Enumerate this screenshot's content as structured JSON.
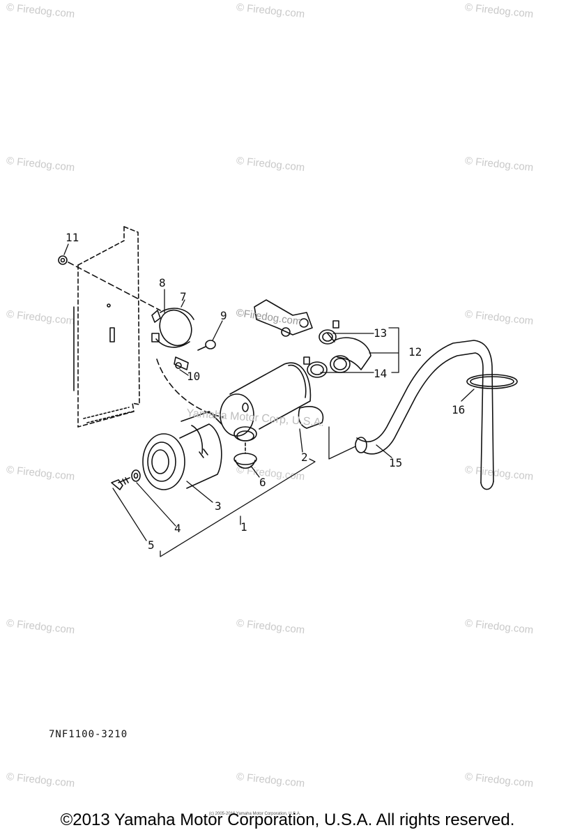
{
  "watermark": "© Firedog.com",
  "inline_watermark": "Yamaha Motor Corp, U.S.A.",
  "inline_watermark_2": "©Firedog.com",
  "callouts": [
    "1",
    "2",
    "3",
    "4",
    "5",
    "6",
    "7",
    "8",
    "9",
    "10",
    "11",
    "12",
    "13",
    "14",
    "15",
    "16"
  ],
  "part_code": "7NF1100-3210",
  "copyright": "©2013 Yamaha Motor Corporation, U.S.A. All rights reserved.",
  "small_notice": "(c) 2005-2016 Yamaha Motor Corporation, U.S.A."
}
